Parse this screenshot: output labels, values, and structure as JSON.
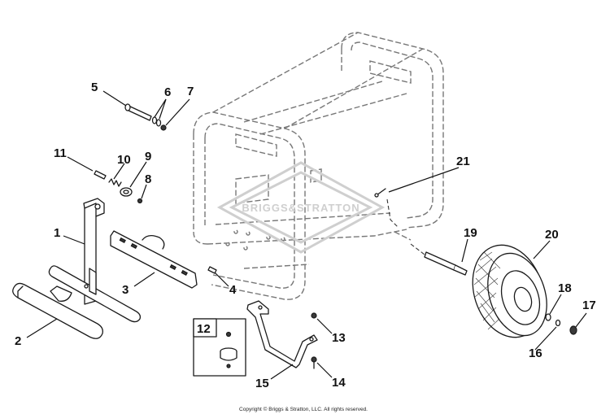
{
  "callouts": {
    "p1": "1",
    "p2": "2",
    "p3": "3",
    "p4": "4",
    "p5": "5",
    "p6": "6",
    "p7": "7",
    "p8": "8",
    "p9": "9",
    "p10": "10",
    "p11": "11",
    "p12": "12",
    "p13": "13",
    "p14": "14",
    "p15": "15",
    "p16": "16",
    "p17": "17",
    "p18": "18",
    "p19": "19",
    "p20": "20",
    "p21": "21"
  },
  "watermark": "BRIGGS&STRATTON",
  "copyright": "Copyright © Briggs & Stratton, LLC. All rights reserved.",
  "colors": {
    "line": "#1a1a1a",
    "frame_dashed": "#777777",
    "watermark": "#cfcfcf"
  }
}
